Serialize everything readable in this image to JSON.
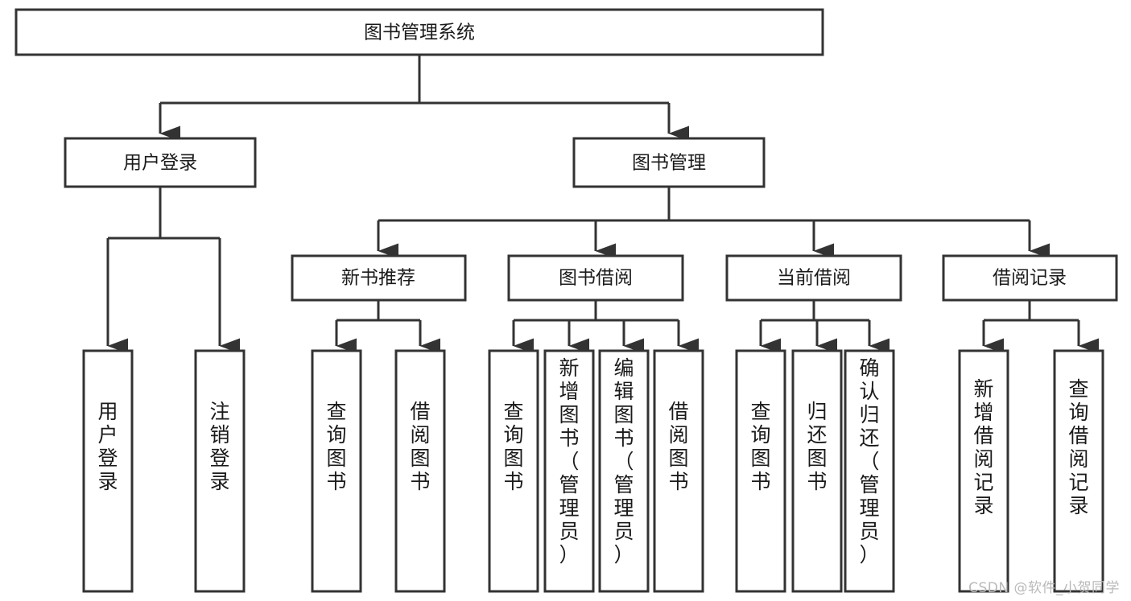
{
  "diagram": {
    "type": "tree",
    "title": "图书管理系统",
    "root": {
      "id": "root",
      "label": "图书管理系统",
      "orientation": "horizontal"
    },
    "level1": [
      {
        "id": "user-login",
        "label": "用户登录",
        "orientation": "horizontal"
      },
      {
        "id": "book-manage",
        "label": "图书管理",
        "orientation": "horizontal"
      }
    ],
    "level2": [
      {
        "id": "new-book-recommend",
        "label": "新书推荐",
        "orientation": "horizontal",
        "parent": "book-manage"
      },
      {
        "id": "book-borrow",
        "label": "图书借阅",
        "orientation": "horizontal",
        "parent": "book-manage"
      },
      {
        "id": "current-borrow",
        "label": "当前借阅",
        "orientation": "horizontal",
        "parent": "book-manage"
      },
      {
        "id": "borrow-record",
        "label": "借阅记录",
        "orientation": "horizontal",
        "parent": "book-manage"
      }
    ],
    "leaves": [
      {
        "id": "leaf-user-login",
        "label": "用户登录",
        "orientation": "vertical",
        "parent": "user-login"
      },
      {
        "id": "leaf-logout-login",
        "label": "注销登录",
        "orientation": "vertical",
        "parent": "user-login"
      },
      {
        "id": "leaf-query-book-1",
        "label": "查询图书",
        "orientation": "vertical",
        "parent": "new-book-recommend"
      },
      {
        "id": "leaf-borrow-book-1",
        "label": "借阅图书",
        "orientation": "vertical",
        "parent": "new-book-recommend"
      },
      {
        "id": "leaf-query-book-2",
        "label": "查询图书",
        "orientation": "vertical",
        "parent": "book-borrow"
      },
      {
        "id": "leaf-add-book",
        "label": "新增图书（管理员）",
        "orientation": "vertical",
        "parent": "book-borrow"
      },
      {
        "id": "leaf-edit-book",
        "label": "编辑图书（管理员）",
        "orientation": "vertical",
        "parent": "book-borrow"
      },
      {
        "id": "leaf-borrow-book-2",
        "label": "借阅图书",
        "orientation": "vertical",
        "parent": "book-borrow"
      },
      {
        "id": "leaf-query-book-3",
        "label": "查询图书",
        "orientation": "vertical",
        "parent": "current-borrow"
      },
      {
        "id": "leaf-return-book",
        "label": "归还图书",
        "orientation": "vertical",
        "parent": "current-borrow"
      },
      {
        "id": "leaf-confirm-return",
        "label": "确认归还（管理员）",
        "orientation": "vertical",
        "parent": "current-borrow"
      },
      {
        "id": "leaf-add-record",
        "label": "新增借阅记录",
        "orientation": "vertical",
        "parent": "borrow-record"
      },
      {
        "id": "leaf-query-record",
        "label": "查询借阅记录",
        "orientation": "vertical",
        "parent": "borrow-record"
      }
    ],
    "colors": {
      "stroke": "#333333",
      "box_fill": "#ffffff",
      "text": "#1a1a1a",
      "background": "#ffffff",
      "watermark": "#b9b9b9"
    }
  },
  "watermark": {
    "text": "CSDN @软件_小贺同学"
  }
}
